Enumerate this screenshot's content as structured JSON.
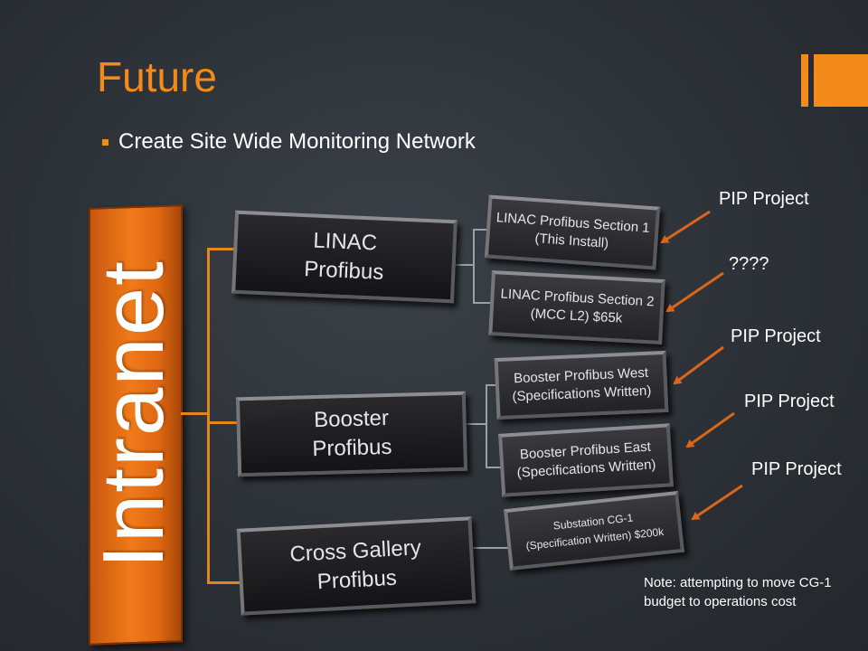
{
  "slide": {
    "title": "Future",
    "bullet": "Create Site Wide Monitoring Network"
  },
  "diagram": {
    "root": "Intranet",
    "groups": [
      {
        "line1": "LINAC",
        "line2": "Profibus"
      },
      {
        "line1": "Booster",
        "line2": "Profibus"
      },
      {
        "line1": "Cross Gallery",
        "line2": "Profibus"
      }
    ],
    "sections": [
      {
        "line1": "LINAC Profibus Section 1",
        "line2": "(This Install)"
      },
      {
        "line1": "LINAC Profibus Section 2",
        "line2": "(MCC L2) $65k"
      },
      {
        "line1": "Booster Profibus West",
        "line2": "(Specifications Written)"
      },
      {
        "line1": "Booster Profibus East",
        "line2": "(Specifications Written)"
      },
      {
        "line1": "Substation CG-1",
        "line2": "(Specification Written) $200k"
      }
    ],
    "callouts": [
      "PIP Project",
      "????",
      "PIP Project",
      "PIP Project",
      "PIP Project"
    ],
    "note": "Note: attempting to move CG-1 budget to operations cost"
  },
  "colors": {
    "accent": "#f28a1c",
    "background": "#2c3137",
    "box": "#1c1c1e",
    "arrow": "#d9661a"
  }
}
